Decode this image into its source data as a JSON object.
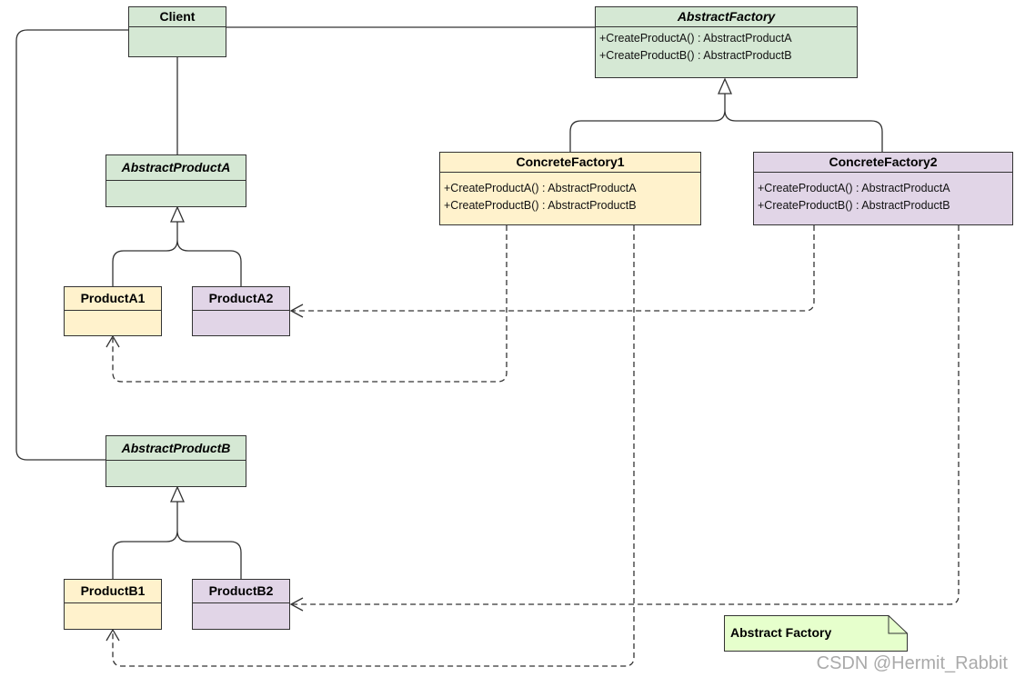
{
  "classes": {
    "client": {
      "name": "Client"
    },
    "abstract_factory": {
      "name": "AbstractFactory",
      "ops": [
        "+CreateProductA() : AbstractProductA",
        "+CreateProductB() : AbstractProductB"
      ]
    },
    "concrete_factory1": {
      "name": "ConcreteFactory1",
      "ops": [
        "+CreateProductA() : AbstractProductA",
        "+CreateProductB() : AbstractProductB"
      ]
    },
    "concrete_factory2": {
      "name": "ConcreteFactory2",
      "ops": [
        "+CreateProductA() : AbstractProductA",
        "+CreateProductB() : AbstractProductB"
      ]
    },
    "abstract_product_a": {
      "name": "AbstractProductA"
    },
    "product_a1": {
      "name": "ProductA1"
    },
    "product_a2": {
      "name": "ProductA2"
    },
    "abstract_product_b": {
      "name": "AbstractProductB"
    },
    "product_b1": {
      "name": "ProductB1"
    },
    "product_b2": {
      "name": "ProductB2"
    }
  },
  "note": {
    "text": "Abstract Factory"
  },
  "watermark": "CSDN @Hermit_Rabbit",
  "colors": {
    "abstract_fill": "#d5e8d4",
    "factory1_family_fill": "#fff2cc",
    "factory2_family_fill": "#e1d5e7",
    "note_fill": "#e6ffcc",
    "line": "#333333"
  }
}
